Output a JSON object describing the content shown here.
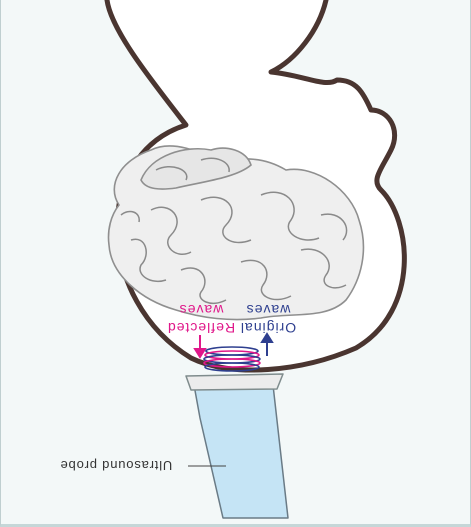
{
  "labels": {
    "original_line1": "Original",
    "original_line2": "waves",
    "reflected_line1": "Reflected",
    "reflected_line2": "waves",
    "probe": "Ultrasound probe"
  },
  "colors": {
    "original": "#2e3f8f",
    "reflected": "#e0178a",
    "outline": "#4a3530",
    "probe_fill": "#c5e4f5",
    "probe_stroke": "#6a7b86",
    "background": "#f3f8f8",
    "frame_border": "#bfcfd0"
  },
  "orientation": "upside-down"
}
